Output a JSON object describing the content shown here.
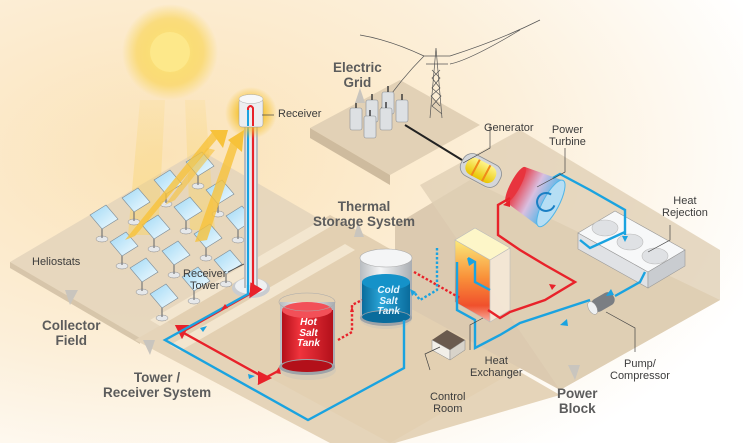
{
  "diagram": {
    "title_sections": {
      "collector_field": "Collector\nField",
      "tower_receiver_system": "Tower /\nReceiver System",
      "thermal_storage_system": "Thermal\nStorage System",
      "electric_grid": "Electric\nGrid",
      "power_block": "Power\nBlock"
    },
    "components": {
      "receiver": "Receiver",
      "heliostats": "Heliostats",
      "receiver_tower": "Receiver\nTower",
      "generator": "Generator",
      "power_turbine": "Power\nTurbine",
      "heat_rejection": "Heat\nRejection",
      "heat_exchanger": "Heat\nExchanger",
      "control_room": "Control\nRoom",
      "pump_compressor": "Pump/\nCompressor",
      "hot_salt_tank": "Hot\nSalt\nTank",
      "cold_salt_tank": "Cold\nSalt\nTank"
    },
    "colors": {
      "hot_flow": "#e8222a",
      "cold_flow": "#1aa3e0",
      "sun": "#f7c21a",
      "ground": "#e7d6bd",
      "background_warm": "#fbe7c6"
    },
    "icons": [
      "sun-icon",
      "heliostat-icon",
      "tower-icon",
      "transmission-tower-icon",
      "transformer-icon",
      "generator-icon",
      "turbine-icon",
      "cooling-unit-icon",
      "pump-icon",
      "tank-icon",
      "heat-exchanger-icon",
      "building-icon"
    ]
  }
}
